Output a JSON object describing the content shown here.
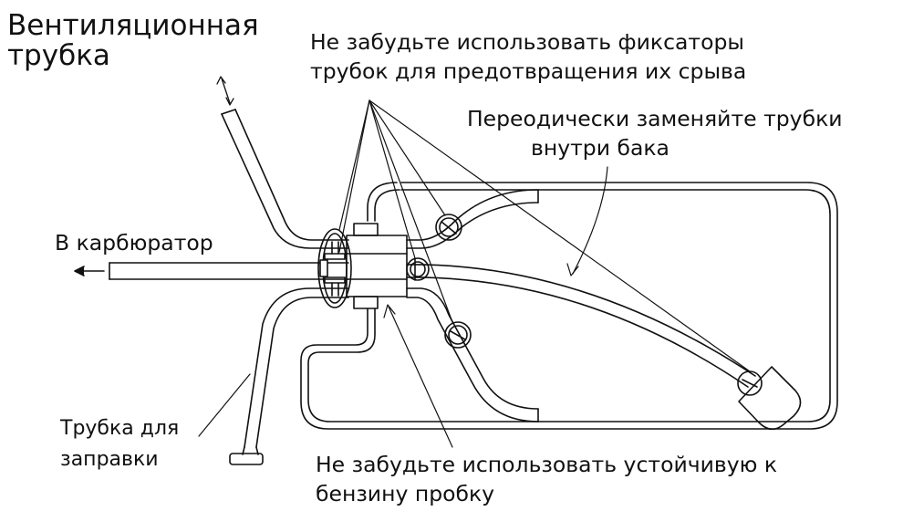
{
  "labels": {
    "vent_tube": [
      "Вентиляционная",
      "трубка"
    ],
    "use_clamps": [
      "Не забудьте использовать фиксаторы",
      "трубок для предотвращения их срыва"
    ],
    "replace_tubes": [
      "Переодически заменяйте трубки",
      "внутри бака"
    ],
    "to_carburetor": "В карбюратор",
    "fill_tube": [
      "Трубка для",
      "заправки"
    ],
    "fuel_plug": [
      "Не забудьте использовать устойчивую к",
      "бензину пробку"
    ]
  },
  "colors": {
    "ink": "#111111",
    "paper": "#ffffff"
  }
}
